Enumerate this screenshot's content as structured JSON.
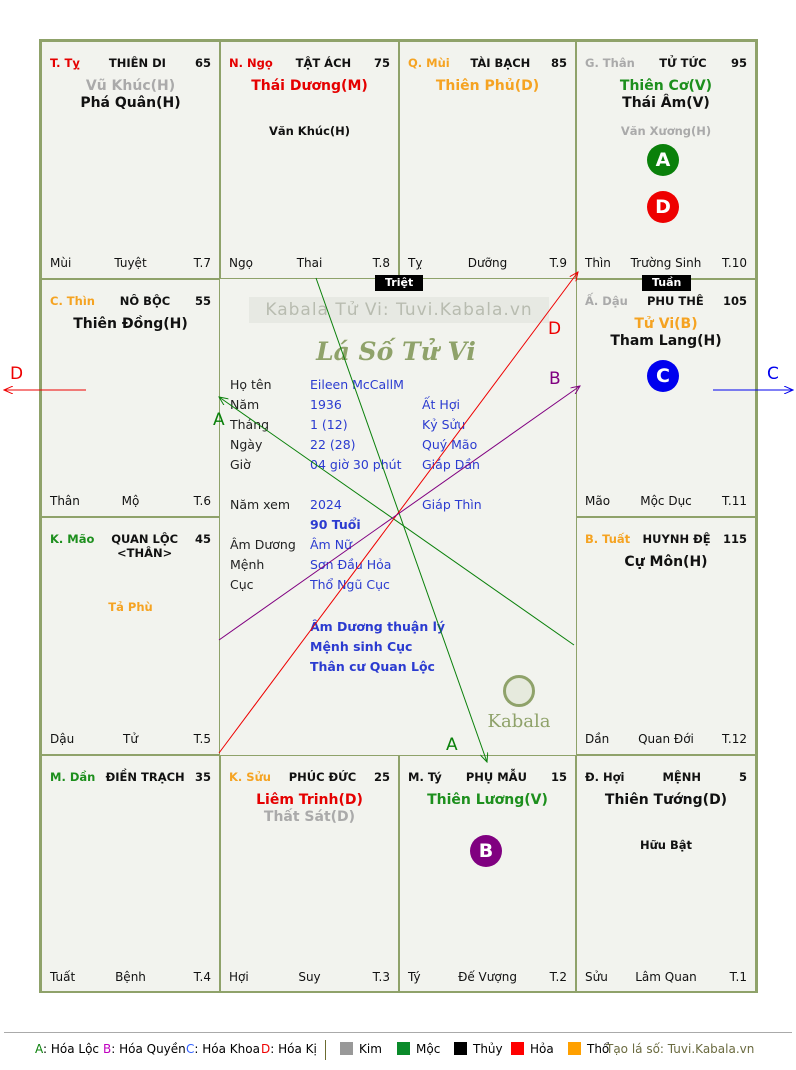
{
  "watermark": "Kabala Tử Vi: Tuvi.Kabala.vn",
  "logo_title": "Lá Số Tử Vi",
  "brand_logo": "Kabala",
  "tags": {
    "triet": "Triệt",
    "tuan": "Tuần"
  },
  "cells": [
    {
      "stem": "T. Tỵ",
      "stem_color": "red",
      "palace": "THIÊN DI",
      "num": "65",
      "majors": [
        {
          "t": "Vũ Khúc(H)",
          "c": "gry"
        },
        {
          "t": "Phá Quân(H)",
          "c": "blk"
        }
      ],
      "minors": [],
      "foot": [
        "Mùi",
        "Tuyệt",
        "T.7"
      ]
    },
    {
      "stem": "N. Ngọ",
      "stem_color": "red",
      "palace": "TẬT ÁCH",
      "num": "75",
      "majors": [
        {
          "t": "Thái Dương(M)",
          "c": "red"
        }
      ],
      "minors": [
        {
          "t": "Văn Khúc(H)",
          "c": "blk"
        }
      ],
      "foot": [
        "Ngọ",
        "Thai",
        "T.8"
      ]
    },
    {
      "stem": "Q. Mùi",
      "stem_color": "ora",
      "palace": "TÀI BẠCH",
      "num": "85",
      "majors": [
        {
          "t": "Thiên Phủ(D)",
          "c": "ora"
        }
      ],
      "minors": [],
      "foot": [
        "Tỵ",
        "Dưỡng",
        "T.9"
      ]
    },
    {
      "stem": "G. Thân",
      "stem_color": "gry",
      "palace": "TỬ TỨC",
      "num": "95",
      "majors": [
        {
          "t": "Thiên Cơ(V)",
          "c": "grn"
        },
        {
          "t": "Thái Âm(V)",
          "c": "blk"
        }
      ],
      "minors": [
        {
          "t": "Văn Xương(H)",
          "c": "gry"
        }
      ],
      "foot": [
        "Thìn",
        "Trường Sinh",
        "T.10"
      ]
    },
    {
      "stem": "Ấ. Dậu",
      "stem_color": "gry",
      "palace": "PHU THÊ",
      "num": "105",
      "majors": [
        {
          "t": "Tử Vi(B)",
          "c": "ora"
        },
        {
          "t": "Tham Lang(H)",
          "c": "blk"
        }
      ],
      "minors": [],
      "foot": [
        "Mão",
        "Mộc Dục",
        "T.11"
      ]
    },
    {
      "stem": "B. Tuất",
      "stem_color": "ora",
      "palace": "HUYNH ĐỆ",
      "num": "115",
      "majors": [
        {
          "t": "Cự Môn(H)",
          "c": "blk"
        }
      ],
      "minors": [],
      "foot": [
        "Dần",
        "Quan Đới",
        "T.12"
      ]
    },
    {
      "stem": "Đ. Hợi",
      "stem_color": "blk",
      "palace": "MỆNH",
      "num": "5",
      "majors": [
        {
          "t": "Thiên Tướng(D)",
          "c": "blk"
        }
      ],
      "minors": [
        {
          "t": "Hữu Bật",
          "c": "blk"
        }
      ],
      "foot": [
        "Sửu",
        "Lâm Quan",
        "T.1"
      ]
    },
    {
      "stem": "M. Tý",
      "stem_color": "blk",
      "palace": "PHỤ MẪU",
      "num": "15",
      "majors": [
        {
          "t": "Thiên Lương(V)",
          "c": "grn"
        }
      ],
      "minors": [],
      "foot": [
        "Tý",
        "Đế Vượng",
        "T.2"
      ]
    },
    {
      "stem": "K. Sửu",
      "stem_color": "ora",
      "palace": "PHÚC ĐỨC",
      "num": "25",
      "majors": [
        {
          "t": "Liêm Trinh(D)",
          "c": "red"
        },
        {
          "t": "Thất Sát(D)",
          "c": "gry"
        }
      ],
      "minors": [],
      "foot": [
        "Hợi",
        "Suy",
        "T.3"
      ]
    },
    {
      "stem": "M. Dần",
      "stem_color": "grn",
      "palace": "ĐIỀN TRẠCH",
      "num": "35",
      "majors": [],
      "minors": [],
      "foot": [
        "Tuất",
        "Bệnh",
        "T.4"
      ]
    },
    {
      "stem": "K. Mão",
      "stem_color": "grn",
      "palace": "QUAN LỘC <THÂN>",
      "num": "45",
      "majors": [],
      "minors": [
        {
          "t": "Tả Phù",
          "c": "ora"
        }
      ],
      "foot": [
        "Dậu",
        "Tử",
        "T.5"
      ]
    },
    {
      "stem": "C. Thìn",
      "stem_color": "ora",
      "palace": "NÔ BỘC",
      "num": "55",
      "majors": [
        {
          "t": "Thiên Đồng(H)",
          "c": "blk"
        }
      ],
      "minors": [],
      "foot": [
        "Thân",
        "Mộ",
        "T.6"
      ]
    }
  ],
  "circles": {
    "A": "A",
    "B": "B",
    "C": "C",
    "D": "D"
  },
  "colors": {
    "A": "#0a800a",
    "B": "#800080",
    "C": "#0000ee",
    "D": "#ee0000"
  },
  "info": [
    {
      "k": "Họ tên",
      "v": "Eileen McCallM",
      "c": ""
    },
    {
      "k": "Năm",
      "v": "1936",
      "c": "Ất Hợi"
    },
    {
      "k": "Tháng",
      "v": "1  (12)",
      "c": "Kỷ Sửu"
    },
    {
      "k": "Ngày",
      "v": "22  (28)",
      "c": "Quý Mão"
    },
    {
      "k": "Giờ",
      "v": "04 giờ 30 phút",
      "c": "Giáp Dần"
    },
    {
      "k": "Năm xem",
      "v": "2024",
      "c": "Giáp Thìn"
    },
    {
      "k": "",
      "v": "90 Tuổi",
      "c": ""
    },
    {
      "k": "Âm Dương",
      "v": "Âm Nữ",
      "c": ""
    },
    {
      "k": "Mệnh",
      "v": "Sơn Đầu Hỏa",
      "c": ""
    },
    {
      "k": "Cục",
      "v": "Thổ Ngũ Cục",
      "c": ""
    }
  ],
  "notes": [
    "Âm Dương thuận lý",
    "Mệnh sinh Cục",
    "Thân cư Quan Lộc"
  ],
  "arrow_labels": {
    "a1": "A",
    "a2": "A",
    "b": "B",
    "d1": "D",
    "d2": "D",
    "c": "C"
  },
  "legend": {
    "a": "A",
    "a_t": ": Hóa Lộc",
    "b": "B",
    "b_t": ": Hóa Quyền",
    "c": "C",
    "c_t": ": Hóa Khoa",
    "d": "D",
    "d_t": ": Hóa Kị",
    "el": [
      "Kim",
      "Mộc",
      "Thủy",
      "Hỏa",
      "Thổ"
    ],
    "el_colors": [
      "#999999",
      "#0a8a2a",
      "#000000",
      "#ff0000",
      "#ffa000"
    ],
    "credit": "Tạo lá số: Tuvi.Kabala.vn"
  }
}
